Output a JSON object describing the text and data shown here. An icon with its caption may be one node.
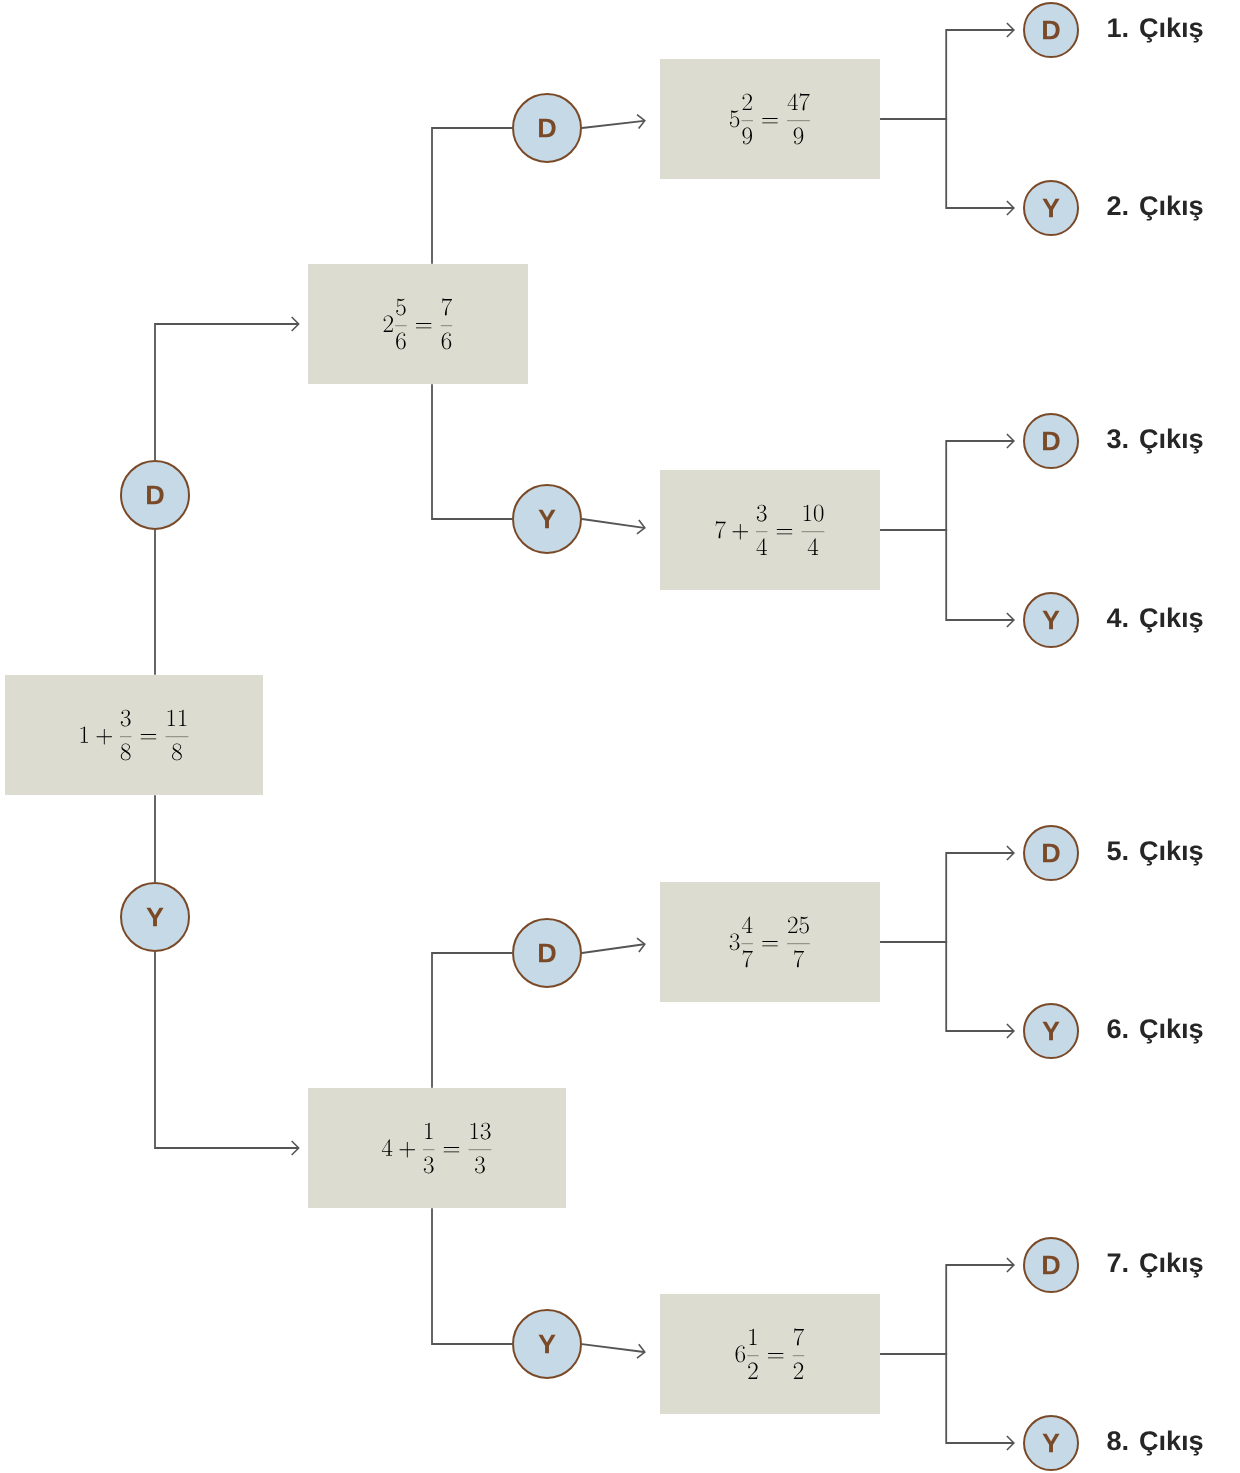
{
  "diagram": {
    "nodes": [
      {
        "text": [
          "1+\\frac{3}{8}=\\frac{11}{8}"
        ]
      },
      {
        "text": [
          "D"
        ]
      },
      {
        "text": [
          "Y"
        ]
      },
      {
        "text": [
          "2\\frac{5}{6}=\\frac{7}{6}"
        ]
      },
      {
        "text": [
          "4+\\frac{1}{3}=\\frac{13}{3}"
        ]
      },
      {
        "text": [
          "D"
        ]
      },
      {
        "text": [
          "Y"
        ]
      },
      {
        "text": [
          "D"
        ]
      },
      {
        "text": [
          "Y"
        ]
      },
      {
        "text": [
          "5\\frac{2}{9}=\\frac{47}{9}"
        ]
      },
      {
        "text": [
          "7+\\frac{3}{4}=\\frac{10}{4}"
        ]
      },
      {
        "text": [
          "3\\frac{4}{7}=\\frac{25}{7}"
        ]
      },
      {
        "text": [
          "6\\frac{1}{2}=\\frac{7}{2}"
        ]
      },
      {
        "text": [
          "D"
        ],
        "beside": [
          "1. Çıkış"
        ]
      },
      {
        "text": [
          "Y"
        ],
        "beside": [
          "2. Çıkış"
        ]
      },
      {
        "text": [
          "D"
        ],
        "beside": [
          "3. Çıkış"
        ]
      },
      {
        "text": [
          "Y"
        ],
        "beside": [
          "4. Çıkış"
        ]
      },
      {
        "text": [
          "D"
        ],
        "beside": [
          "5. Çıkış"
        ]
      },
      {
        "text": [
          "Y"
        ],
        "beside": [
          "6. Çıkış"
        ]
      },
      {
        "text": [
          "D"
        ],
        "beside": [
          "7. Çıkış"
        ]
      },
      {
        "text": [
          "Y"
        ],
        "beside": [
          "8. Çıkış"
        ]
      }
    ],
    "edges": [
      {
        "from": 0,
        "to": 1,
        "arrow": "none"
      },
      {
        "from": 1,
        "to": 3,
        "arrow": "to"
      },
      {
        "from": 0,
        "to": 2,
        "arrow": "none"
      },
      {
        "from": 2,
        "to": 4,
        "arrow": "to"
      },
      {
        "from": 3,
        "to": 5,
        "arrow": "none"
      },
      {
        "from": 5,
        "to": 9,
        "arrow": "to"
      },
      {
        "from": 3,
        "to": 6,
        "arrow": "none"
      },
      {
        "from": 6,
        "to": 10,
        "arrow": "to"
      },
      {
        "from": 4,
        "to": 7,
        "arrow": "none"
      },
      {
        "from": 7,
        "to": 11,
        "arrow": "to"
      },
      {
        "from": 4,
        "to": 8,
        "arrow": "none"
      },
      {
        "from": 8,
        "to": 12,
        "arrow": "to"
      },
      {
        "from": 9,
        "to": 13,
        "arrow": "to"
      },
      {
        "from": 9,
        "to": 14,
        "arrow": "to"
      },
      {
        "from": 10,
        "to": 15,
        "arrow": "to"
      },
      {
        "from": 10,
        "to": 16,
        "arrow": "to"
      },
      {
        "from": 11,
        "to": 17,
        "arrow": "to"
      },
      {
        "from": 11,
        "to": 18,
        "arrow": "to"
      },
      {
        "from": 12,
        "to": 19,
        "arrow": "to"
      },
      {
        "from": 12,
        "to": 20,
        "arrow": "to"
      }
    ]
  }
}
